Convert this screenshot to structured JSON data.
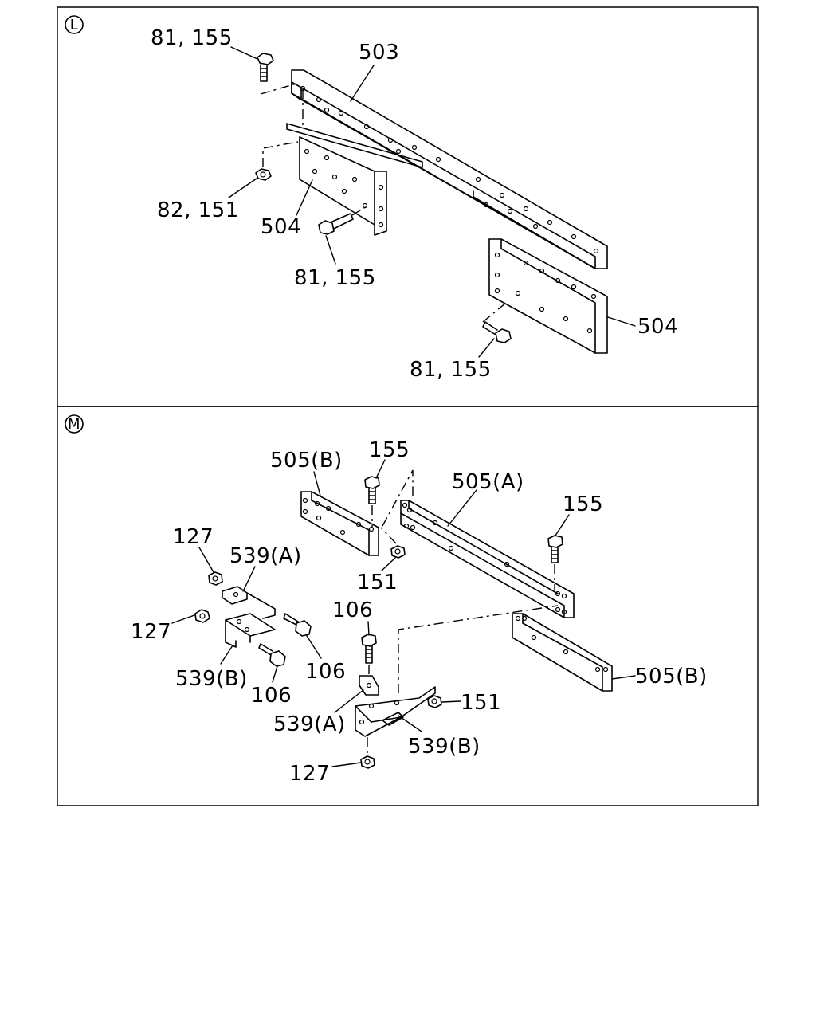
{
  "panels": [
    {
      "id": "L",
      "letter": "L"
    },
    {
      "id": "M",
      "letter": "M"
    }
  ],
  "callouts": {
    "l_81_155_top": "81, 155",
    "l_503": "503",
    "l_82_151": "82, 151",
    "l_504_left": "504",
    "l_81_155_mid": "81, 155",
    "l_504_right": "504",
    "l_81_155_bottom": "81, 155",
    "m_505b_top": "505(B)",
    "m_155_top": "155",
    "m_505a": "505(A)",
    "m_155_right": "155",
    "m_127_top": "127",
    "m_539a_top": "539(A)",
    "m_151_mid": "151",
    "m_127_left": "127",
    "m_106_center": "106",
    "m_106_right": "106",
    "m_539b_left": "539(B)",
    "m_106_low": "106",
    "m_505b_right": "505(B)",
    "m_151_low": "151",
    "m_539a_low": "539(A)",
    "m_539b_low": "539(B)",
    "m_127_bottom": "127"
  }
}
